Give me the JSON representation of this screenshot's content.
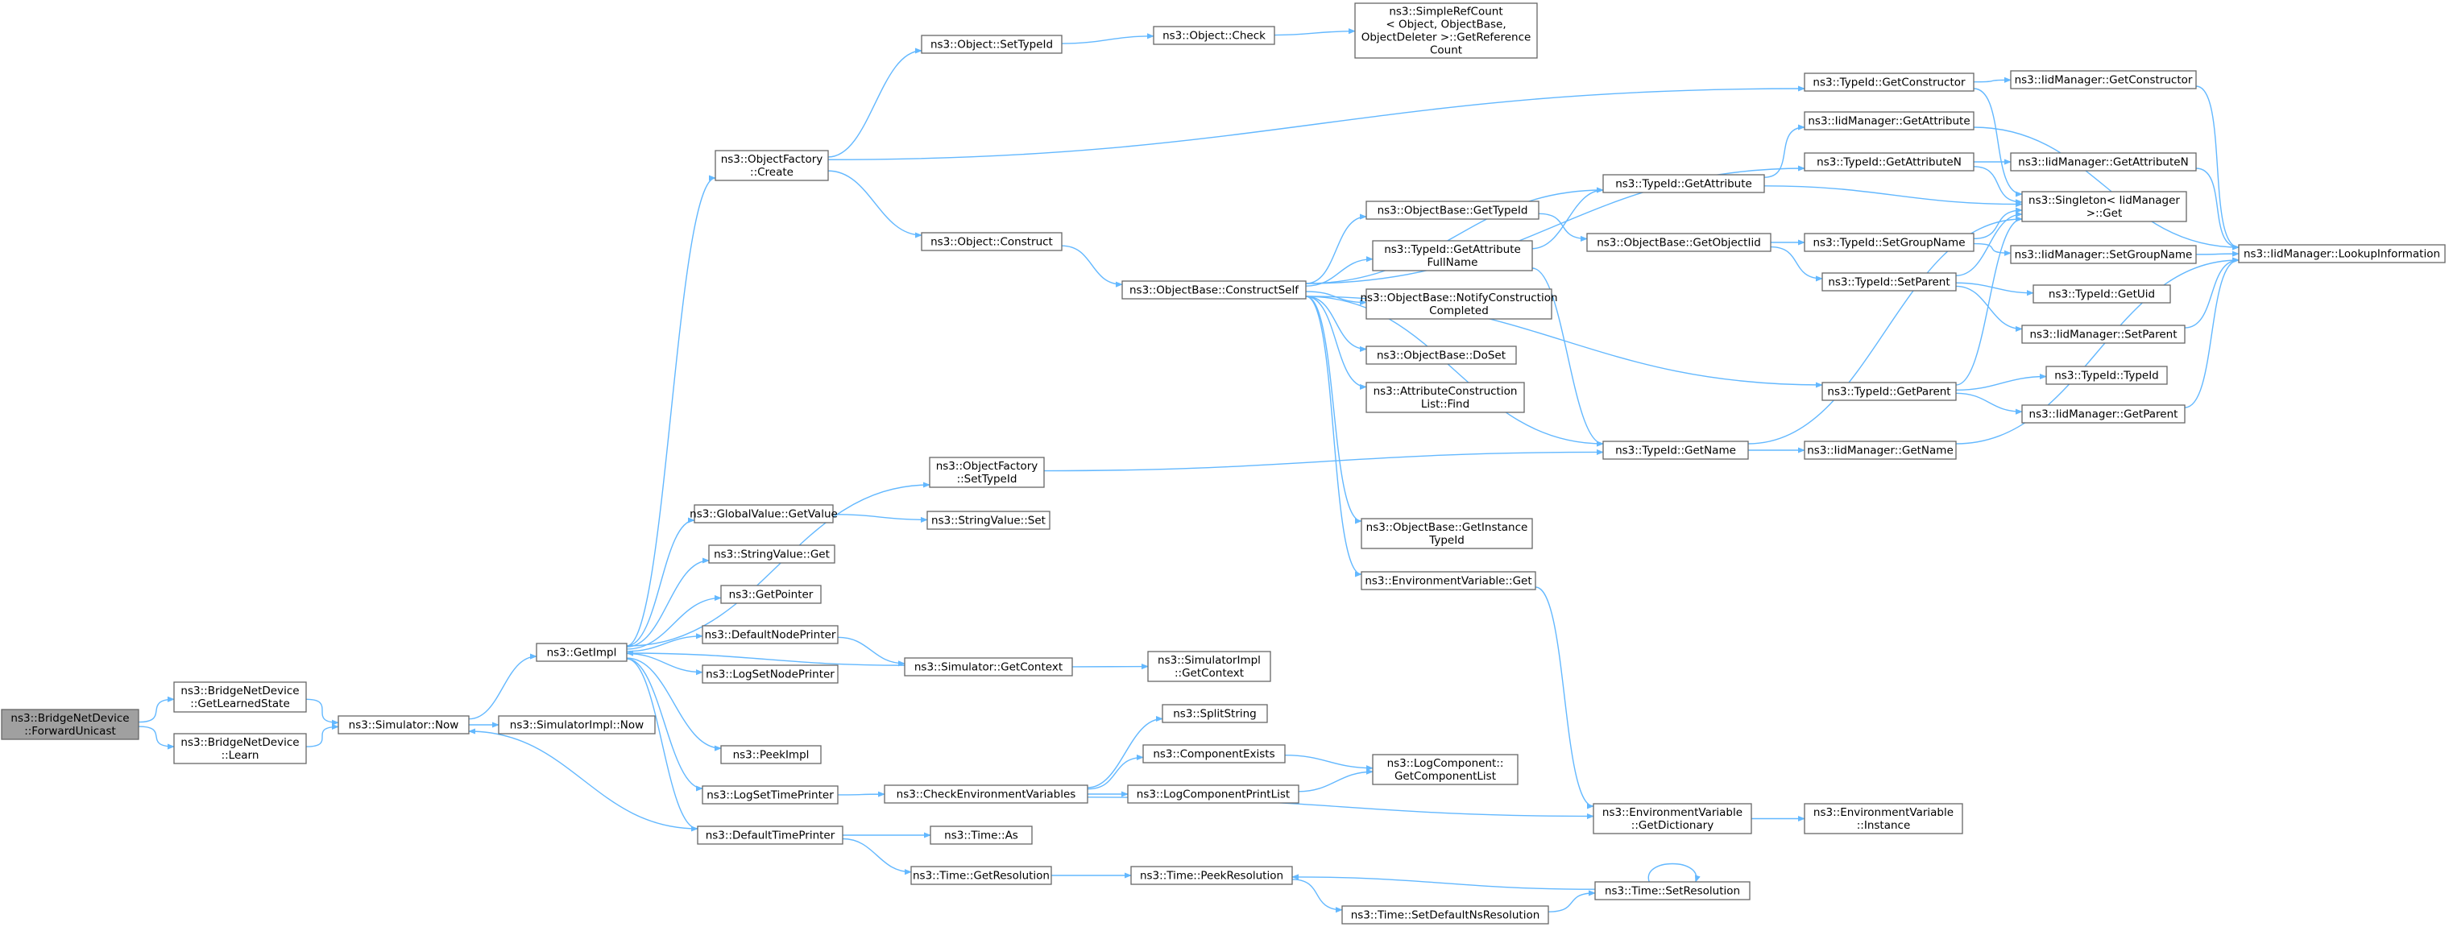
{
  "graph": {
    "edge_color": "#63b8ff",
    "node_fill": "#ffffff",
    "node_stroke": "#666666",
    "root_fill": "#a0a0a0",
    "nodes": [
      {
        "id": "root",
        "lines": [
          "ns3::BridgeNetDevice",
          "::ForwardUnicast"
        ],
        "root": true
      },
      {
        "id": "getLearned",
        "lines": [
          "ns3::BridgeNetDevice",
          "::GetLearnedState"
        ]
      },
      {
        "id": "learn",
        "lines": [
          "ns3::BridgeNetDevice",
          "::Learn"
        ]
      },
      {
        "id": "simNow",
        "lines": [
          "ns3::Simulator::Now"
        ]
      },
      {
        "id": "simImplNow",
        "lines": [
          "ns3::SimulatorImpl::Now"
        ]
      },
      {
        "id": "getImpl",
        "lines": [
          "ns3::GetImpl"
        ]
      },
      {
        "id": "objFactCreate",
        "lines": [
          "ns3::ObjectFactory",
          "::Create"
        ]
      },
      {
        "id": "objSetTypeId",
        "lines": [
          "ns3::Object::SetTypeId"
        ]
      },
      {
        "id": "objCheck",
        "lines": [
          "ns3::Object::Check"
        ]
      },
      {
        "id": "simpleRef",
        "lines": [
          "ns3::SimpleRefCount",
          "< Object, ObjectBase,",
          "ObjectDeleter >::GetReference",
          "Count"
        ]
      },
      {
        "id": "objConstruct",
        "lines": [
          "ns3::Object::Construct"
        ]
      },
      {
        "id": "constructSelf",
        "lines": [
          "ns3::ObjectBase::ConstructSelf"
        ]
      },
      {
        "id": "tidGetConstructor",
        "lines": [
          "ns3::TypeId::GetConstructor"
        ]
      },
      {
        "id": "iidGetConstructor",
        "lines": [
          "ns3::IidManager::GetConstructor"
        ]
      },
      {
        "id": "iidGetAttribute",
        "lines": [
          "ns3::IidManager::GetAttribute"
        ]
      },
      {
        "id": "tidGetAttributeN",
        "lines": [
          "ns3::TypeId::GetAttributeN"
        ]
      },
      {
        "id": "iidGetAttributeN",
        "lines": [
          "ns3::IidManager::GetAttributeN"
        ]
      },
      {
        "id": "tidGetAttribute",
        "lines": [
          "ns3::TypeId::GetAttribute"
        ]
      },
      {
        "id": "singleton",
        "lines": [
          "ns3::Singleton< IidManager",
          ">::Get"
        ]
      },
      {
        "id": "obGetTypeId",
        "lines": [
          "ns3::ObjectBase::GetTypeId"
        ]
      },
      {
        "id": "obGetObjectIid",
        "lines": [
          "ns3::ObjectBase::GetObjectIid"
        ]
      },
      {
        "id": "tidSetGroupName",
        "lines": [
          "ns3::TypeId::SetGroupName"
        ]
      },
      {
        "id": "iidSetGroupName",
        "lines": [
          "ns3::IidManager::SetGroupName"
        ]
      },
      {
        "id": "lookup",
        "lines": [
          "ns3::IidManager::LookupInformation"
        ]
      },
      {
        "id": "tidGetAttrFull",
        "lines": [
          "ns3::TypeId::GetAttribute",
          "FullName"
        ]
      },
      {
        "id": "notifyConstruction",
        "lines": [
          "ns3::ObjectBase::NotifyConstruction",
          "Completed"
        ]
      },
      {
        "id": "tidGetUid",
        "lines": [
          "ns3::TypeId::GetUid"
        ]
      },
      {
        "id": "tidSetParent",
        "lines": [
          "ns3::TypeId::SetParent"
        ]
      },
      {
        "id": "iidSetParent",
        "lines": [
          "ns3::IidManager::SetParent"
        ]
      },
      {
        "id": "obDoSet",
        "lines": [
          "ns3::ObjectBase::DoSet"
        ]
      },
      {
        "id": "attrFind",
        "lines": [
          "ns3::AttributeConstruction",
          "List::Find"
        ]
      },
      {
        "id": "tidTypeId",
        "lines": [
          "ns3::TypeId::TypeId"
        ]
      },
      {
        "id": "tidGetParent",
        "lines": [
          "ns3::TypeId::GetParent"
        ]
      },
      {
        "id": "iidGetParent",
        "lines": [
          "ns3::IidManager::GetParent"
        ]
      },
      {
        "id": "tidGetName",
        "lines": [
          "ns3::TypeId::GetName"
        ]
      },
      {
        "id": "iidGetName",
        "lines": [
          "ns3::IidManager::GetName"
        ]
      },
      {
        "id": "ofSetTypeId",
        "lines": [
          "ns3::ObjectFactory",
          "::SetTypeId"
        ]
      },
      {
        "id": "gvGetValue",
        "lines": [
          "ns3::GlobalValue::GetValue"
        ]
      },
      {
        "id": "svSet",
        "lines": [
          "ns3::StringValue::Set"
        ]
      },
      {
        "id": "obGetInstance",
        "lines": [
          "ns3::ObjectBase::GetInstance",
          "TypeId"
        ]
      },
      {
        "id": "svGet",
        "lines": [
          "ns3::StringValue::Get"
        ]
      },
      {
        "id": "envGet",
        "lines": [
          "ns3::EnvironmentVariable::Get"
        ]
      },
      {
        "id": "getPointer",
        "lines": [
          "ns3::GetPointer"
        ]
      },
      {
        "id": "defNodePrinter",
        "lines": [
          "ns3::DefaultNodePrinter"
        ]
      },
      {
        "id": "simGetContext",
        "lines": [
          "ns3::Simulator::GetContext"
        ]
      },
      {
        "id": "simImplGetContext",
        "lines": [
          "ns3::SimulatorImpl",
          "::GetContext"
        ]
      },
      {
        "id": "logSetNodePrinter",
        "lines": [
          "ns3::LogSetNodePrinter"
        ]
      },
      {
        "id": "splitString",
        "lines": [
          "ns3::SplitString"
        ]
      },
      {
        "id": "peekImpl",
        "lines": [
          "ns3::PeekImpl"
        ]
      },
      {
        "id": "compExists",
        "lines": [
          "ns3::ComponentExists"
        ]
      },
      {
        "id": "getCompList",
        "lines": [
          "ns3::LogComponent::",
          "GetComponentList"
        ]
      },
      {
        "id": "logSetTimePrinter",
        "lines": [
          "ns3::LogSetTimePrinter"
        ]
      },
      {
        "id": "checkEnv",
        "lines": [
          "ns3::CheckEnvironmentVariables"
        ]
      },
      {
        "id": "logCompPrintList",
        "lines": [
          "ns3::LogComponentPrintList"
        ]
      },
      {
        "id": "envGetDict",
        "lines": [
          "ns3::EnvironmentVariable",
          "::GetDictionary"
        ]
      },
      {
        "id": "envInstance",
        "lines": [
          "ns3::EnvironmentVariable",
          "::Instance"
        ]
      },
      {
        "id": "defTimePrinter",
        "lines": [
          "ns3::DefaultTimePrinter"
        ]
      },
      {
        "id": "timeAs",
        "lines": [
          "ns3::Time::As"
        ]
      },
      {
        "id": "timeGetRes",
        "lines": [
          "ns3::Time::GetResolution"
        ]
      },
      {
        "id": "timePeekRes",
        "lines": [
          "ns3::Time::PeekResolution"
        ]
      },
      {
        "id": "timeSetRes",
        "lines": [
          "ns3::Time::SetResolution"
        ]
      },
      {
        "id": "timeSetDefNs",
        "lines": [
          "ns3::Time::SetDefaultNsResolution"
        ]
      }
    ],
    "edges": [
      [
        "root",
        "getLearned"
      ],
      [
        "root",
        "learn"
      ],
      [
        "getLearned",
        "simNow"
      ],
      [
        "learn",
        "simNow"
      ],
      [
        "simNow",
        "simImplNow"
      ],
      [
        "simNow",
        "getImpl"
      ],
      [
        "getImpl",
        "objFactCreate"
      ],
      [
        "getImpl",
        "ofSetTypeId"
      ],
      [
        "getImpl",
        "gvGetValue"
      ],
      [
        "getImpl",
        "svGet"
      ],
      [
        "getImpl",
        "getPointer"
      ],
      [
        "getImpl",
        "defNodePrinter"
      ],
      [
        "getImpl",
        "logSetNodePrinter"
      ],
      [
        "getImpl",
        "peekImpl"
      ],
      [
        "getImpl",
        "logSetTimePrinter"
      ],
      [
        "getImpl",
        "defTimePrinter"
      ],
      [
        "objFactCreate",
        "objSetTypeId"
      ],
      [
        "objFactCreate",
        "objConstruct"
      ],
      [
        "objFactCreate",
        "tidGetConstructor"
      ],
      [
        "objSetTypeId",
        "objCheck"
      ],
      [
        "objCheck",
        "simpleRef"
      ],
      [
        "objConstruct",
        "constructSelf"
      ],
      [
        "tidGetConstructor",
        "iidGetConstructor"
      ],
      [
        "tidGetConstructor",
        "singleton"
      ],
      [
        "iidGetConstructor",
        "lookup"
      ],
      [
        "constructSelf",
        "tidGetAttributeN"
      ],
      [
        "constructSelf",
        "tidGetAttribute"
      ],
      [
        "constructSelf",
        "obGetTypeId"
      ],
      [
        "constructSelf",
        "tidGetAttrFull"
      ],
      [
        "constructSelf",
        "notifyConstruction"
      ],
      [
        "constructSelf",
        "obDoSet"
      ],
      [
        "constructSelf",
        "attrFind"
      ],
      [
        "constructSelf",
        "tidGetName"
      ],
      [
        "constructSelf",
        "tidGetParent"
      ],
      [
        "constructSelf",
        "obGetInstance"
      ],
      [
        "constructSelf",
        "envGet"
      ],
      [
        "tidGetAttribute",
        "iidGetAttribute"
      ],
      [
        "tidGetAttribute",
        "singleton"
      ],
      [
        "iidGetAttribute",
        "lookup"
      ],
      [
        "tidGetAttributeN",
        "iidGetAttributeN"
      ],
      [
        "tidGetAttributeN",
        "singleton"
      ],
      [
        "iidGetAttributeN",
        "lookup"
      ],
      [
        "obGetTypeId",
        "obGetObjectIid"
      ],
      [
        "obGetObjectIid",
        "tidSetGroupName"
      ],
      [
        "obGetObjectIid",
        "tidSetParent"
      ],
      [
        "tidSetGroupName",
        "iidSetGroupName"
      ],
      [
        "tidSetGroupName",
        "singleton"
      ],
      [
        "iidSetGroupName",
        "lookup"
      ],
      [
        "tidGetAttrFull",
        "tidGetAttribute"
      ],
      [
        "tidGetAttrFull",
        "tidGetName"
      ],
      [
        "tidSetParent",
        "tidGetUid"
      ],
      [
        "tidSetParent",
        "iidSetParent"
      ],
      [
        "tidSetParent",
        "singleton"
      ],
      [
        "iidSetParent",
        "lookup"
      ],
      [
        "tidGetParent",
        "tidTypeId"
      ],
      [
        "tidGetParent",
        "iidGetParent"
      ],
      [
        "tidGetParent",
        "singleton"
      ],
      [
        "iidGetParent",
        "lookup"
      ],
      [
        "tidGetName",
        "iidGetName"
      ],
      [
        "tidGetName",
        "singleton"
      ],
      [
        "iidGetName",
        "lookup"
      ],
      [
        "ofSetTypeId",
        "tidGetName"
      ],
      [
        "gvGetValue",
        "svSet"
      ],
      [
        "envGet",
        "envGetDict"
      ],
      [
        "defNodePrinter",
        "simGetContext"
      ],
      [
        "simGetContext",
        "simImplGetContext"
      ],
      [
        "simGetContext",
        "getImpl"
      ],
      [
        "logSetTimePrinter",
        "checkEnv"
      ],
      [
        "checkEnv",
        "splitString"
      ],
      [
        "checkEnv",
        "compExists"
      ],
      [
        "checkEnv",
        "logCompPrintList"
      ],
      [
        "checkEnv",
        "envGetDict"
      ],
      [
        "compExists",
        "getCompList"
      ],
      [
        "logCompPrintList",
        "getCompList"
      ],
      [
        "envGetDict",
        "envInstance"
      ],
      [
        "defTimePrinter",
        "simNow"
      ],
      [
        "defTimePrinter",
        "timeAs"
      ],
      [
        "defTimePrinter",
        "timeGetRes"
      ],
      [
        "timeGetRes",
        "timePeekRes"
      ],
      [
        "timePeekRes",
        "timeSetDefNs"
      ],
      [
        "timeSetDefNs",
        "timeSetRes"
      ],
      [
        "timeSetRes",
        "timePeekRes"
      ],
      [
        "timeSetRes",
        "timeSetRes"
      ]
    ]
  }
}
